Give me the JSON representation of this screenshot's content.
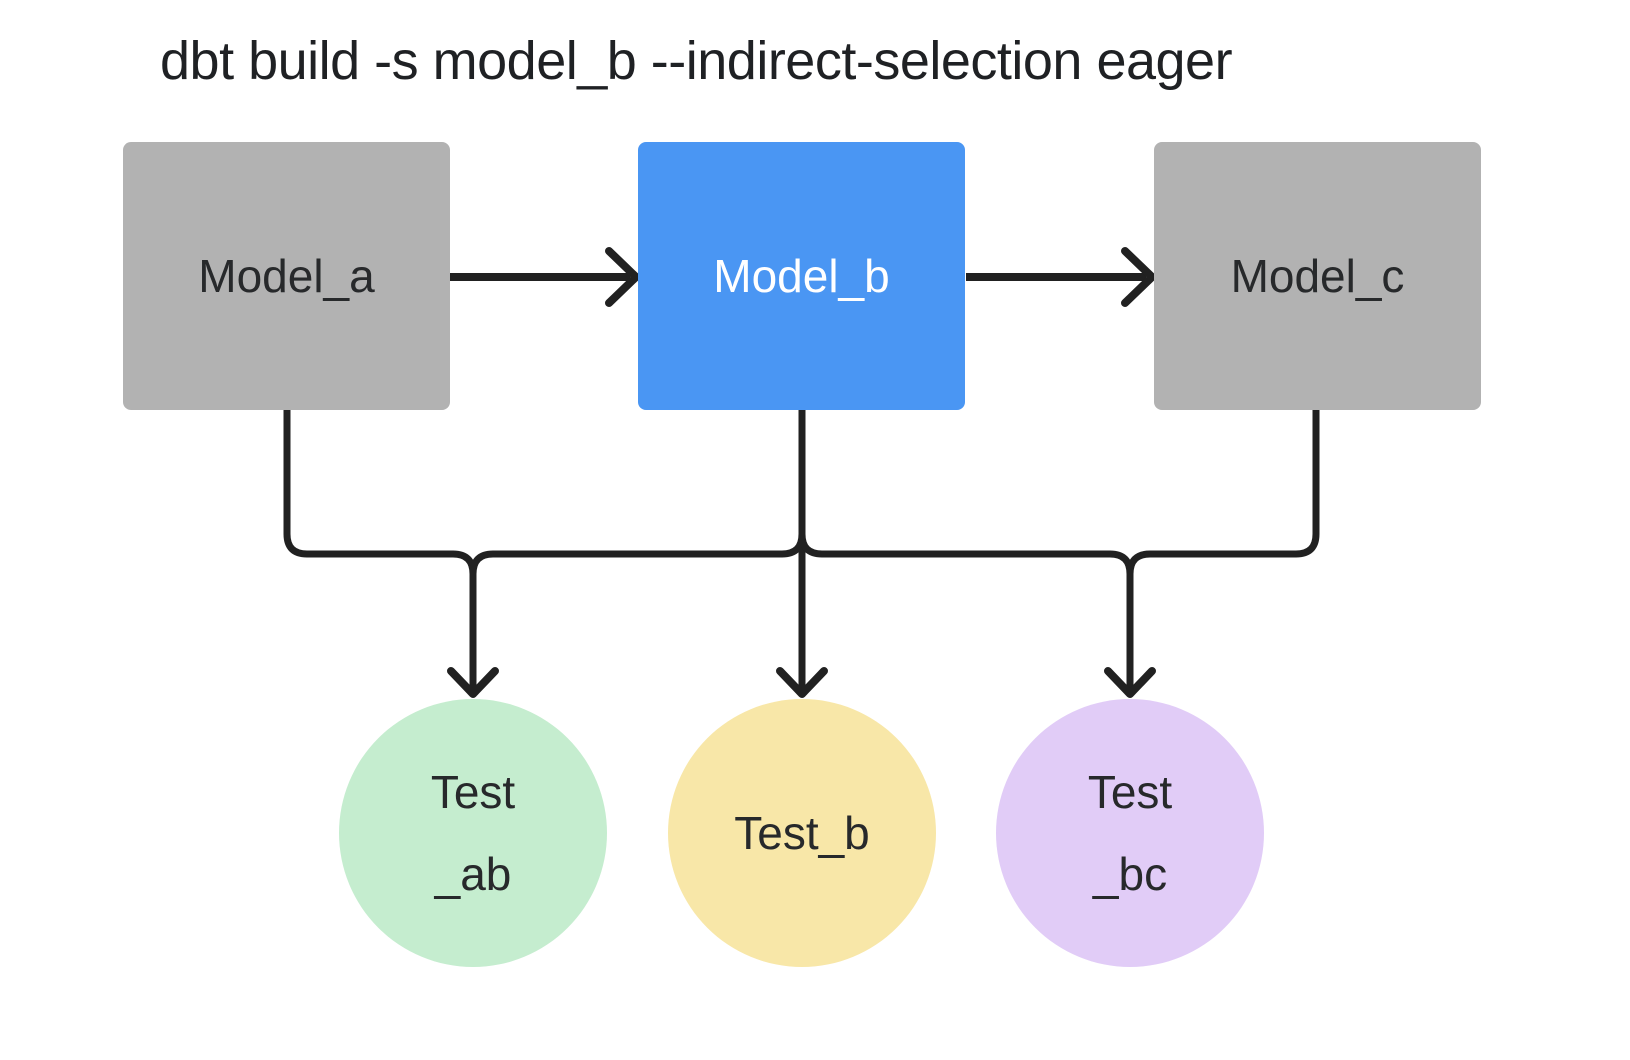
{
  "title": "dbt build -s model_b --indirect-selection eager",
  "nodes": {
    "model_a": {
      "label": "Model_a",
      "type": "model",
      "selected": false
    },
    "model_b": {
      "label": "Model_b",
      "type": "model",
      "selected": true
    },
    "model_c": {
      "label": "Model_c",
      "type": "model",
      "selected": false
    },
    "test_ab": {
      "label_line1": "Test",
      "label_line2": "_ab",
      "type": "test"
    },
    "test_b": {
      "label": "Test_b",
      "type": "test"
    },
    "test_bc": {
      "label_line1": "Test",
      "label_line2": "_bc",
      "type": "test"
    }
  },
  "edges": [
    {
      "from": "Model_a",
      "to": "Model_b"
    },
    {
      "from": "Model_b",
      "to": "Model_c"
    },
    {
      "from": "Model_a",
      "to": "Test_ab"
    },
    {
      "from": "Model_b",
      "to": "Test_ab"
    },
    {
      "from": "Model_b",
      "to": "Test_b"
    },
    {
      "from": "Model_b",
      "to": "Test_bc"
    },
    {
      "from": "Model_c",
      "to": "Test_bc"
    }
  ],
  "colors": {
    "background": "#ffffff",
    "title_text": "#1f2124",
    "node_text_dark": "#27292b",
    "node_text_light": "#ffffff",
    "model_default_fill": "#b2b2b2",
    "model_selected_fill": "#4a96f3",
    "test_ab_fill": "#c5edcf",
    "test_b_fill": "#f8e7a8",
    "test_bc_fill": "#e1ccf7",
    "connector": "#212121"
  }
}
